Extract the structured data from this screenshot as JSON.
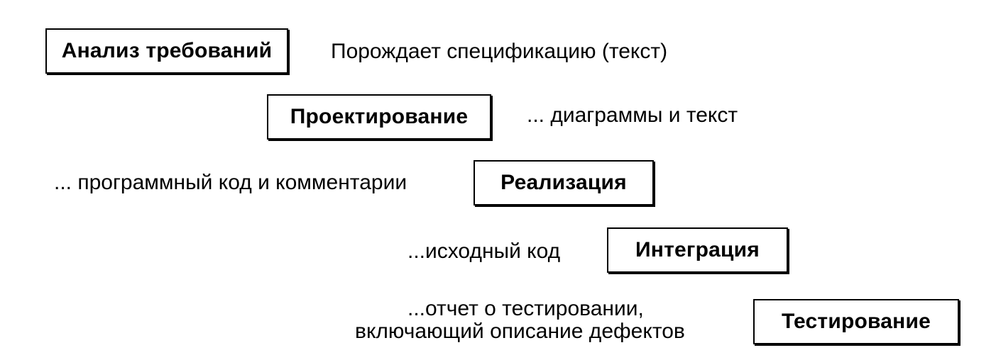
{
  "stages": [
    {
      "name": "Анализ требований",
      "output": "Порождает спецификацию (текст)"
    },
    {
      "name": "Проектирование",
      "output": "... диаграммы и текст"
    },
    {
      "name": "Реализация",
      "output": "... программный код и комментарии"
    },
    {
      "name": "Интеграция",
      "output": "...исходный код"
    },
    {
      "name": "Тестирование",
      "output_lines": [
        "...отчет о тестировании,",
        "включающий описание дефектов"
      ]
    }
  ]
}
